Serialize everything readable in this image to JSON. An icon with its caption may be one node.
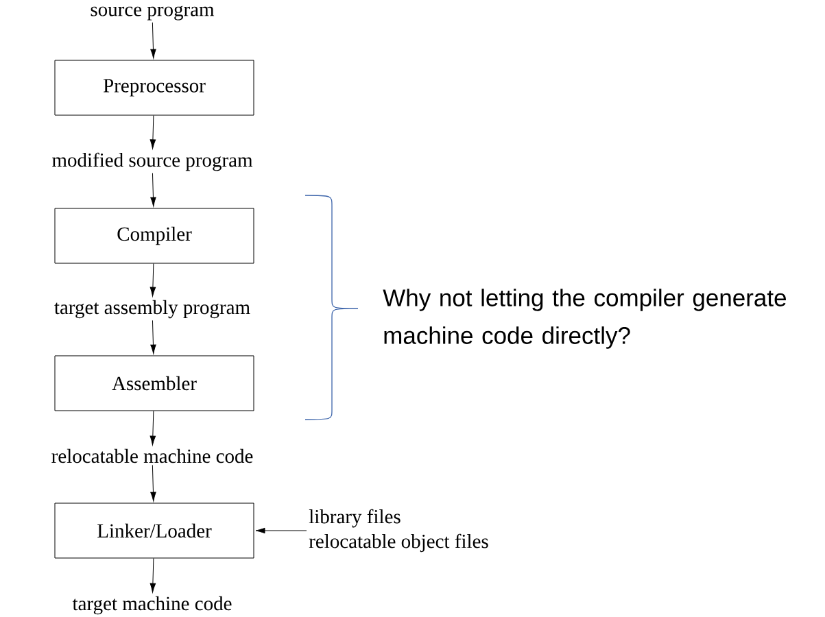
{
  "diagram": {
    "nodes": [
      {
        "text": [
          "source program"
        ]
      },
      {
        "text": [
          "Preprocessor"
        ]
      },
      {
        "text": [
          "modified source program"
        ]
      },
      {
        "text": [
          "Compiler"
        ]
      },
      {
        "text": [
          "target assembly program"
        ]
      },
      {
        "text": [
          "Assembler"
        ]
      },
      {
        "text": [
          "relocatable machine code"
        ]
      },
      {
        "text": [
          "Linker/Loader"
        ]
      },
      {
        "text": [
          "library files",
          "relocatable object files"
        ]
      },
      {
        "text": [
          "target machine code"
        ]
      }
    ],
    "edges": [
      {
        "from": 0,
        "to": 1,
        "arrow": "to"
      },
      {
        "from": 1,
        "to": 2,
        "arrow": "to"
      },
      {
        "from": 2,
        "to": 3,
        "arrow": "to"
      },
      {
        "from": 3,
        "to": 4,
        "arrow": "to"
      },
      {
        "from": 4,
        "to": 5,
        "arrow": "to"
      },
      {
        "from": 5,
        "to": 6,
        "arrow": "to"
      },
      {
        "from": 6,
        "to": 7,
        "arrow": "to"
      },
      {
        "from": 8,
        "to": 7,
        "arrow": "to"
      },
      {
        "from": 7,
        "to": 9,
        "arrow": "to"
      }
    ],
    "labels": [
      "Why not letting the compiler generate machine code directly?"
    ]
  }
}
